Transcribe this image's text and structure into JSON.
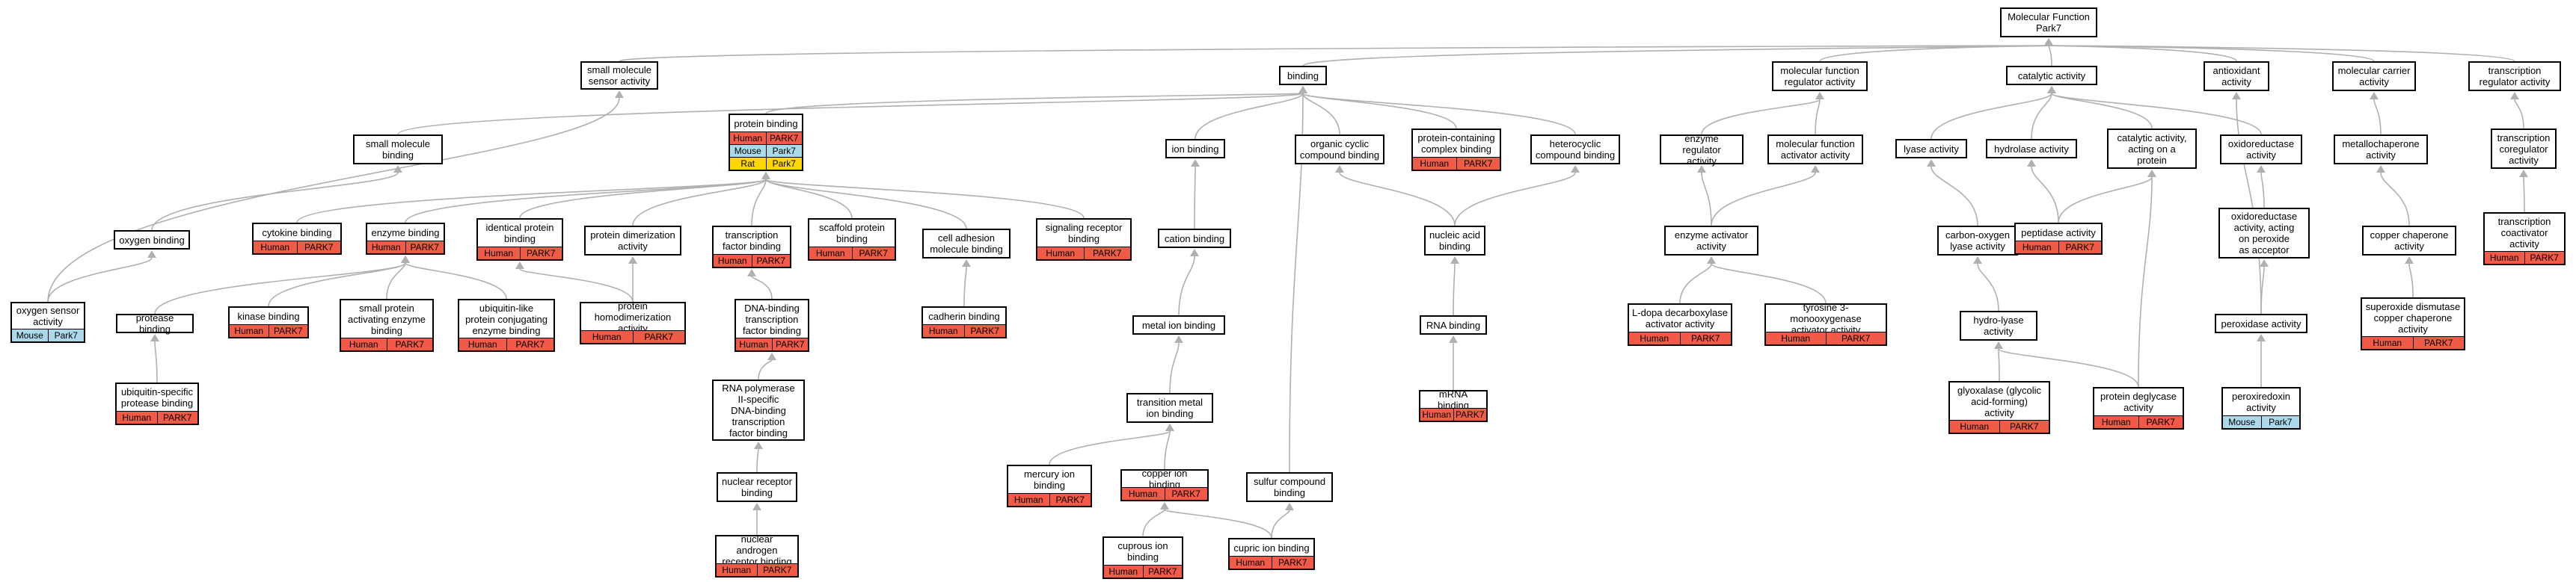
{
  "colors": {
    "Human": "#f05a46",
    "Mouse": "#abd8ea",
    "Rat": "#ffd700",
    "edge": "#b0b0b0",
    "arrow": "#b0b0b0"
  },
  "nodes": [
    {
      "id": "mf",
      "label": "Molecular Function\nPark7",
      "rows": []
    },
    {
      "id": "smsa",
      "label": "small molecule\nsensor activity",
      "rows": []
    },
    {
      "id": "binding",
      "label": "binding",
      "rows": []
    },
    {
      "id": "mfra",
      "label": "molecular function\nregulator activity",
      "rows": []
    },
    {
      "id": "catalytic",
      "label": "catalytic activity",
      "rows": []
    },
    {
      "id": "antiox",
      "label": "antioxidant\nactivity",
      "rows": []
    },
    {
      "id": "molcarrier",
      "label": "molecular carrier\nactivity",
      "rows": []
    },
    {
      "id": "transreg",
      "label": "transcription\nregulator activity",
      "rows": []
    },
    {
      "id": "smb",
      "label": "small molecule\nbinding",
      "rows": []
    },
    {
      "id": "protbind",
      "label": "protein binding",
      "rows": [
        [
          "Human",
          "PARK7"
        ],
        [
          "Mouse",
          "Park7"
        ],
        [
          "Rat",
          "Park7"
        ]
      ]
    },
    {
      "id": "ionbind",
      "label": "ion binding",
      "rows": []
    },
    {
      "id": "orgcyc",
      "label": "organic cyclic\ncompound binding",
      "rows": []
    },
    {
      "id": "pccb",
      "label": "protein-containing\ncomplex binding",
      "rows": [
        [
          "Human",
          "PARK7"
        ]
      ]
    },
    {
      "id": "hetcyc",
      "label": "heterocyclic\ncompound binding",
      "rows": []
    },
    {
      "id": "enzreg",
      "label": "enzyme regulator\nactivity",
      "rows": []
    },
    {
      "id": "mfaa",
      "label": "molecular function\nactivator activity",
      "rows": []
    },
    {
      "id": "lyase",
      "label": "lyase activity",
      "rows": []
    },
    {
      "id": "hydrolase",
      "label": "hydrolase activity",
      "rows": []
    },
    {
      "id": "catprot",
      "label": "catalytic activity,\nacting on a\nprotein",
      "rows": []
    },
    {
      "id": "oxidored",
      "label": "oxidoreductase\nactivity",
      "rows": []
    },
    {
      "id": "metallochap",
      "label": "metallochaperone\nactivity",
      "rows": []
    },
    {
      "id": "tcoreg",
      "label": "transcription\ncoregulator\nactivity",
      "rows": []
    },
    {
      "id": "oxybind",
      "label": "oxygen binding",
      "rows": []
    },
    {
      "id": "cytokine",
      "label": "cytokine binding",
      "rows": [
        [
          "Human",
          "PARK7"
        ]
      ]
    },
    {
      "id": "enzbind",
      "label": "enzyme binding",
      "rows": [
        [
          "Human",
          "PARK7"
        ]
      ]
    },
    {
      "id": "identprot",
      "label": "identical protein\nbinding",
      "rows": [
        [
          "Human",
          "PARK7"
        ]
      ]
    },
    {
      "id": "protdimer",
      "label": "protein dimerization\nactivity",
      "rows": []
    },
    {
      "id": "tfbind",
      "label": "transcription\nfactor binding",
      "rows": [
        [
          "Human",
          "PARK7"
        ]
      ]
    },
    {
      "id": "scaffold",
      "label": "scaffold protein\nbinding",
      "rows": [
        [
          "Human",
          "PARK7"
        ]
      ]
    },
    {
      "id": "celladh",
      "label": "cell adhesion\nmolecule binding",
      "rows": []
    },
    {
      "id": "signrec",
      "label": "signaling receptor\nbinding",
      "rows": [
        [
          "Human",
          "PARK7"
        ]
      ]
    },
    {
      "id": "cation",
      "label": "cation binding",
      "rows": []
    },
    {
      "id": "nucacid",
      "label": "nucleic acid\nbinding",
      "rows": []
    },
    {
      "id": "enzact",
      "label": "enzyme activator\nactivity",
      "rows": []
    },
    {
      "id": "carbonoxy",
      "label": "carbon-oxygen\nlyase activity",
      "rows": []
    },
    {
      "id": "peptidase",
      "label": "peptidase activity",
      "rows": [
        [
          "Human",
          "PARK7"
        ]
      ]
    },
    {
      "id": "oxperox",
      "label": "oxidoreductase\nactivity, acting\non peroxide\nas acceptor",
      "rows": []
    },
    {
      "id": "copperchap",
      "label": "copper chaperone\nactivity",
      "rows": []
    },
    {
      "id": "tcoact",
      "label": "transcription\ncoactivator\nactivity",
      "rows": [
        [
          "Human",
          "PARK7"
        ]
      ]
    },
    {
      "id": "oxsensor",
      "label": "oxygen sensor\nactivity",
      "rows": [
        [
          "Mouse",
          "Park7"
        ]
      ]
    },
    {
      "id": "protease",
      "label": "protease binding",
      "rows": []
    },
    {
      "id": "kinase",
      "label": "kinase binding",
      "rows": [
        [
          "Human",
          "PARK7"
        ]
      ]
    },
    {
      "id": "smpaeb",
      "label": "small protein\nactivating enzyme\nbinding",
      "rows": [
        [
          "Human",
          "PARK7"
        ]
      ]
    },
    {
      "id": "ublpc",
      "label": "ubiquitin-like\nprotein conjugating\nenzyme binding",
      "rows": [
        [
          "Human",
          "PARK7"
        ]
      ]
    },
    {
      "id": "protHomo",
      "label": "protein homodimerization\nactivity",
      "rows": [
        [
          "Human",
          "PARK7"
        ]
      ]
    },
    {
      "id": "dnabtf",
      "label": "DNA-binding\ntranscription\nfactor binding",
      "rows": [
        [
          "Human",
          "PARK7"
        ]
      ]
    },
    {
      "id": "cadherin",
      "label": "cadherin binding",
      "rows": [
        [
          "Human",
          "PARK7"
        ]
      ]
    },
    {
      "id": "metalion",
      "label": "metal ion binding",
      "rows": []
    },
    {
      "id": "rnabind",
      "label": "RNA binding",
      "rows": []
    },
    {
      "id": "ldopa",
      "label": "L-dopa decarboxylase\nactivator activity",
      "rows": [
        [
          "Human",
          "PARK7"
        ]
      ]
    },
    {
      "id": "tyro",
      "label": "tyrosine 3-monooxygenase\nactivator activity",
      "rows": [
        [
          "Human",
          "PARK7"
        ]
      ]
    },
    {
      "id": "hydrolyase",
      "label": "hydro-lyase\nactivity",
      "rows": []
    },
    {
      "id": "sodcopper",
      "label": "superoxide dismutase\ncopper chaperone\nactivity",
      "rows": [
        [
          "Human",
          "PARK7"
        ]
      ]
    },
    {
      "id": "peroxidase",
      "label": "peroxidase activity",
      "rows": []
    },
    {
      "id": "ubsp",
      "label": "ubiquitin-specific\nprotease binding",
      "rows": [
        [
          "Human",
          "PARK7"
        ]
      ]
    },
    {
      "id": "rnap2",
      "label": "RNA polymerase\nII-specific\nDNA-binding\ntranscription\nfactor binding",
      "rows": []
    },
    {
      "id": "transmetal",
      "label": "transition metal\nion binding",
      "rows": []
    },
    {
      "id": "mrna",
      "label": "mRNA binding",
      "rows": [
        [
          "Human",
          "PARK7"
        ]
      ]
    },
    {
      "id": "glyox",
      "label": "glyoxalase (glycolic\nacid-forming)\nactivity",
      "rows": [
        [
          "Human",
          "PARK7"
        ]
      ]
    },
    {
      "id": "protdegly",
      "label": "protein deglycase\nactivity",
      "rows": [
        [
          "Human",
          "PARK7"
        ]
      ]
    },
    {
      "id": "peroxiredoxin",
      "label": "peroxiredoxin\nactivity",
      "rows": [
        [
          "Mouse",
          "Park7"
        ]
      ]
    },
    {
      "id": "mercury",
      "label": "mercury ion\nbinding",
      "rows": [
        [
          "Human",
          "PARK7"
        ]
      ]
    },
    {
      "id": "copperion",
      "label": "copper ion binding",
      "rows": [
        [
          "Human",
          "PARK7"
        ]
      ]
    },
    {
      "id": "sulfur",
      "label": "sulfur compound\nbinding",
      "rows": []
    },
    {
      "id": "nucrec",
      "label": "nuclear receptor\nbinding",
      "rows": []
    },
    {
      "id": "cuprous",
      "label": "cuprous ion\nbinding",
      "rows": [
        [
          "Human",
          "PARK7"
        ]
      ]
    },
    {
      "id": "cupric",
      "label": "cupric ion binding",
      "rows": [
        [
          "Human",
          "PARK7"
        ]
      ]
    },
    {
      "id": "nar",
      "label": "nuclear androgen\nreceptor binding",
      "rows": [
        [
          "Human",
          "PARK7"
        ]
      ]
    }
  ],
  "edges": [
    [
      "smsa",
      "mf"
    ],
    [
      "binding",
      "mf"
    ],
    [
      "mfra",
      "mf"
    ],
    [
      "catalytic",
      "mf"
    ],
    [
      "antiox",
      "mf"
    ],
    [
      "molcarrier",
      "mf"
    ],
    [
      "transreg",
      "mf"
    ],
    [
      "smb",
      "binding"
    ],
    [
      "protbind",
      "binding"
    ],
    [
      "ionbind",
      "binding"
    ],
    [
      "orgcyc",
      "binding"
    ],
    [
      "pccb",
      "binding"
    ],
    [
      "hetcyc",
      "binding"
    ],
    [
      "sulfur",
      "binding"
    ],
    [
      "enzreg",
      "mfra"
    ],
    [
      "mfaa",
      "mfra"
    ],
    [
      "lyase",
      "catalytic"
    ],
    [
      "hydrolase",
      "catalytic"
    ],
    [
      "catprot",
      "catalytic"
    ],
    [
      "oxidored",
      "catalytic"
    ],
    [
      "metallochap",
      "molcarrier"
    ],
    [
      "tcoreg",
      "transreg"
    ],
    [
      "oxybind",
      "smb"
    ],
    [
      "cytokine",
      "protbind"
    ],
    [
      "enzbind",
      "protbind"
    ],
    [
      "identprot",
      "protbind"
    ],
    [
      "protdimer",
      "protbind"
    ],
    [
      "tfbind",
      "protbind"
    ],
    [
      "scaffold",
      "protbind"
    ],
    [
      "celladh",
      "protbind"
    ],
    [
      "signrec",
      "protbind"
    ],
    [
      "cation",
      "ionbind"
    ],
    [
      "nucacid",
      "orgcyc"
    ],
    [
      "nucacid",
      "hetcyc"
    ],
    [
      "enzact",
      "enzreg"
    ],
    [
      "enzact",
      "mfaa"
    ],
    [
      "carbonoxy",
      "lyase"
    ],
    [
      "peptidase",
      "hydrolase"
    ],
    [
      "peptidase",
      "catprot"
    ],
    [
      "protdegly",
      "catprot"
    ],
    [
      "oxperox",
      "oxidored"
    ],
    [
      "copperchap",
      "metallochap"
    ],
    [
      "tcoact",
      "tcoreg"
    ],
    [
      "oxsensor",
      "smsa"
    ],
    [
      "oxsensor",
      "oxybind"
    ],
    [
      "protease",
      "enzbind"
    ],
    [
      "kinase",
      "enzbind"
    ],
    [
      "smpaeb",
      "enzbind"
    ],
    [
      "ublpc",
      "enzbind"
    ],
    [
      "protHomo",
      "identprot"
    ],
    [
      "protHomo",
      "protdimer"
    ],
    [
      "dnabtf",
      "tfbind"
    ],
    [
      "cadherin",
      "celladh"
    ],
    [
      "metalion",
      "cation"
    ],
    [
      "rnabind",
      "nucacid"
    ],
    [
      "ldopa",
      "enzact"
    ],
    [
      "tyro",
      "enzact"
    ],
    [
      "hydrolyase",
      "carbonoxy"
    ],
    [
      "sodcopper",
      "copperchap"
    ],
    [
      "peroxidase",
      "oxperox"
    ],
    [
      "peroxidase",
      "antiox"
    ],
    [
      "ubsp",
      "protease"
    ],
    [
      "rnap2",
      "dnabtf"
    ],
    [
      "transmetal",
      "metalion"
    ],
    [
      "mrna",
      "rnabind"
    ],
    [
      "glyox",
      "hydrolyase"
    ],
    [
      "protdegly",
      "hydrolyase"
    ],
    [
      "peroxiredoxin",
      "peroxidase"
    ],
    [
      "mercury",
      "transmetal"
    ],
    [
      "copperion",
      "transmetal"
    ],
    [
      "nucrec",
      "rnap2"
    ],
    [
      "cuprous",
      "copperion"
    ],
    [
      "cupric",
      "copperion"
    ],
    [
      "cupric",
      "sulfur"
    ],
    [
      "nar",
      "nucrec"
    ]
  ]
}
